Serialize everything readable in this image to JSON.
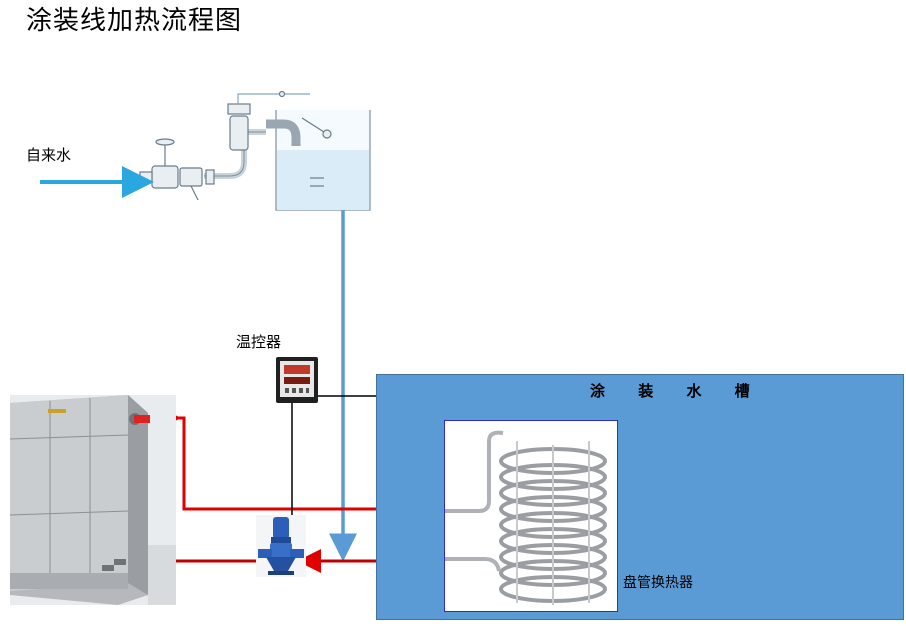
{
  "title": "涂装线加热流程图",
  "labels": {
    "tap_water": "自来水",
    "temp_controller": "温控器",
    "tank": "涂 装 水 槽",
    "coil_exchanger": "盘管换热器"
  },
  "colors": {
    "tank_fill": "#5b9bd5",
    "hot_line": "#e00000",
    "water_line": "#5b9bd5",
    "inlet_arrow": "#2aa7df",
    "signal_line": "#000000"
  },
  "icons": [
    "gate-valve-icon",
    "float-valve-icon",
    "water-reservoir-icon",
    "temp-controller-icon",
    "circulation-pump-icon",
    "chiller-unit-icon",
    "coil-heat-exchanger-icon"
  ]
}
